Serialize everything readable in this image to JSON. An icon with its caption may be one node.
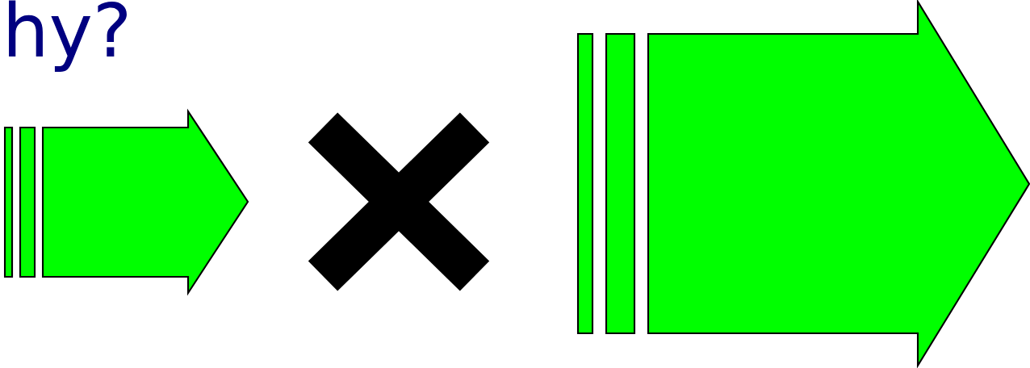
{
  "diagram": {
    "title": "hy?",
    "nodes": [
      {
        "text": [],
        "shape": "arrow"
      },
      {
        "text": [],
        "shape": "arrow"
      }
    ],
    "edges": []
  }
}
